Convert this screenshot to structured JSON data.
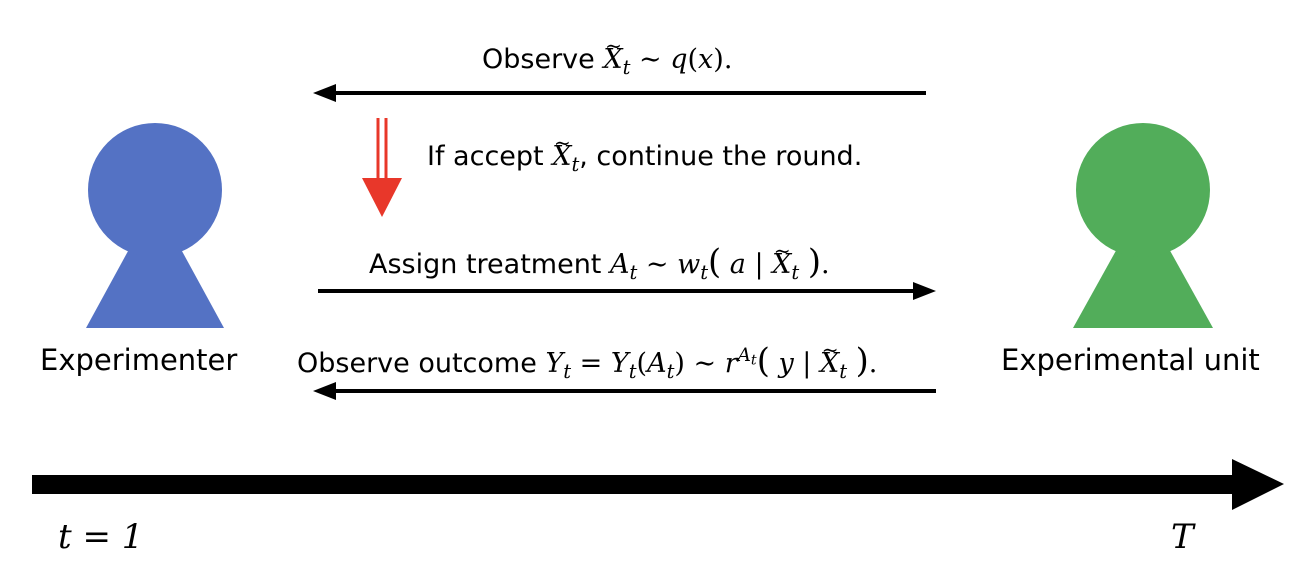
{
  "actors": {
    "experimenter": {
      "label": "Experimenter",
      "color": "#5472C4"
    },
    "unit": {
      "label": "Experimental unit",
      "color": "#52AD5A"
    }
  },
  "messages": {
    "observe_x": {
      "text": "Observe"
    },
    "accept": {
      "prefix": "If accept",
      "suffix": ", continue the round.",
      "arrow_color": "#E8372A"
    },
    "assign": {
      "text": "Assign treatment"
    },
    "outcome": {
      "text": "Observe outcome"
    }
  },
  "timeline": {
    "start_label": "t = 1",
    "end_label": "T"
  }
}
